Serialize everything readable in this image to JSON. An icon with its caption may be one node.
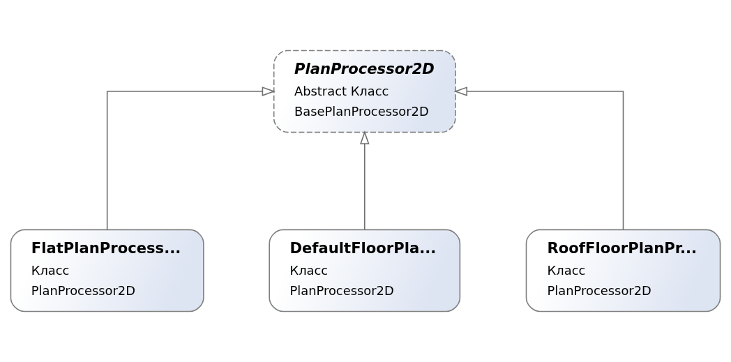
{
  "diagram": {
    "nodes": [
      {
        "text": [
          "PlanProcessor2D",
          "Abstract Класс",
          "BasePlanProcessor2D"
        ]
      },
      {
        "text": [
          "FlatPlanProcess...",
          "Класс",
          "PlanProcessor2D"
        ]
      },
      {
        "text": [
          "DefaultFloorPla...",
          "Класс",
          "PlanProcessor2D"
        ]
      },
      {
        "text": [
          "RoofFloorPlanPr...",
          "Класс",
          "PlanProcessor2D"
        ]
      }
    ],
    "edges": [
      {
        "from": 1,
        "to": 0,
        "arrow": "to"
      },
      {
        "from": 2,
        "to": 0,
        "arrow": "to"
      },
      {
        "from": 3,
        "to": 0,
        "arrow": "to"
      }
    ]
  }
}
